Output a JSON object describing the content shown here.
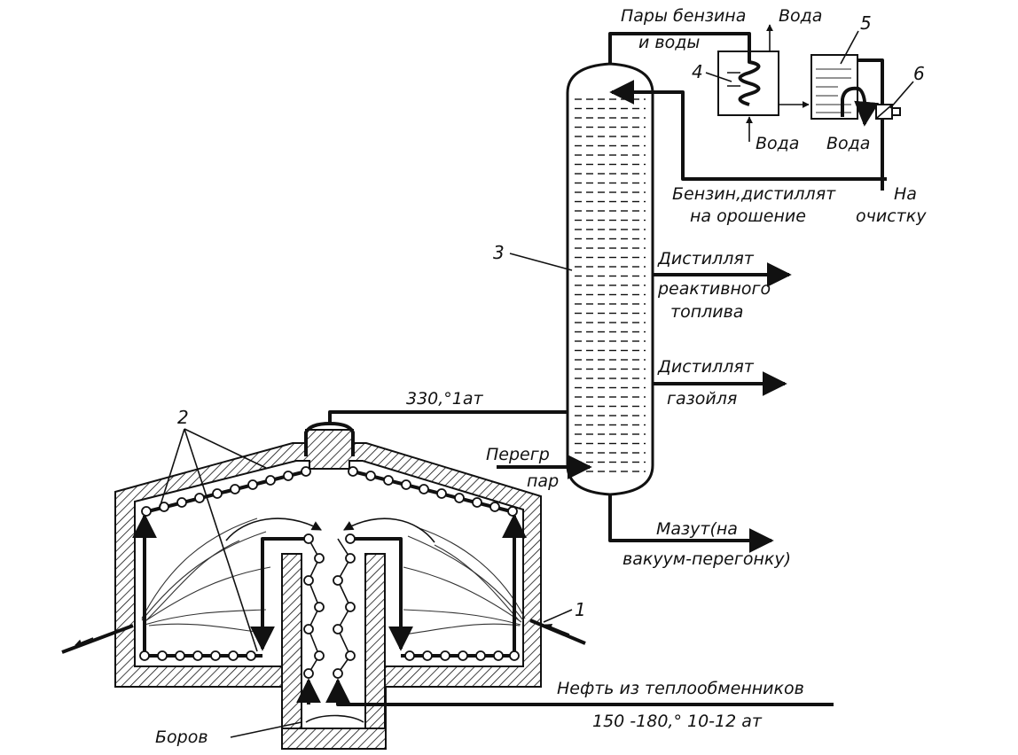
{
  "labels": {
    "vapors_line1": "Пары бензина",
    "vapors_line2": "и воды",
    "water_out": "Вода",
    "water_in": "Вода",
    "water_drain": "Вода",
    "gasoline_reflux_line1": "Бензин,дистиллят",
    "gasoline_reflux_line2": "на орошение",
    "to_cleaning_line1": "На",
    "to_cleaning_line2": "очистку",
    "jet_fuel_line1": "Дистиллят",
    "jet_fuel_line2": "реактивного",
    "jet_fuel_line3": "топлива",
    "gasoil_line1": "Дистиллят",
    "gasoil_line2": "газойля",
    "feed_condition": "330,°1ат",
    "steam_line1": "Перегр",
    "steam_line2": "пар",
    "mazut_line1": "Мазут(на",
    "mazut_line2": "вакуум-перегонку)",
    "crude_line1": "Нефть из теплообменников",
    "crude_line2": "150 -180,° 10-12 ат",
    "flue": "Боров"
  },
  "callouts": {
    "furnace": "1",
    "tubes": "2",
    "column": "3",
    "condenser": "4",
    "separator": "5",
    "valve": "6"
  }
}
